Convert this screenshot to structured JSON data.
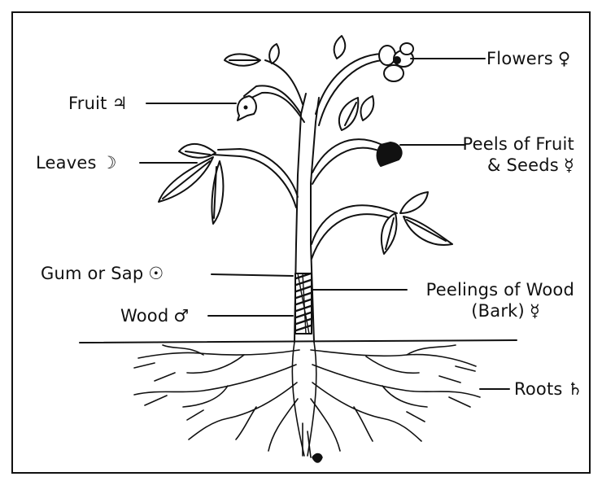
{
  "labels": {
    "flowers": "Flowers",
    "fruit": "Fruit",
    "peels_line1": "Peels of Fruit",
    "peels_line2": "& Seeds",
    "leaves": "Leaves",
    "gum": "Gum or Sap",
    "peelings_line1": "Peelings of Wood",
    "peelings_line2": "(Bark)",
    "wood": "Wood",
    "roots": "Roots"
  },
  "symbols": {
    "flowers": "♀",
    "fruit": "♃",
    "peels": "☿",
    "leaves": "☽",
    "gum": "☉",
    "peelings": "☿",
    "wood": "♂",
    "roots": "♄"
  }
}
